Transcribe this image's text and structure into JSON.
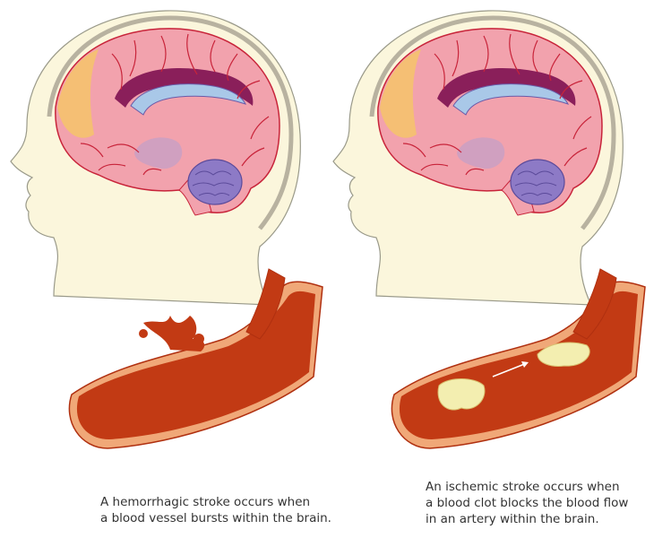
{
  "captions": {
    "hemorrhagic": {
      "line1": "A hemorrhagic stroke occurs when",
      "line2": "a blood vessel bursts within the brain."
    },
    "ischemic": {
      "line1": "An ischemic stroke occurs when",
      "line2": "a blood clot blocks the blood flow",
      "line3": "in an artery within the brain."
    }
  },
  "colors": {
    "skin": "#fbf6dc",
    "brain": "#f2a2ad",
    "vein": "#c8243a",
    "corpus": "#8a1f5a",
    "ventricle": "#a9c8e8",
    "cerebellum": "#8d7ac6",
    "blood": "#c23a14",
    "clot": "#f3eeb0"
  }
}
